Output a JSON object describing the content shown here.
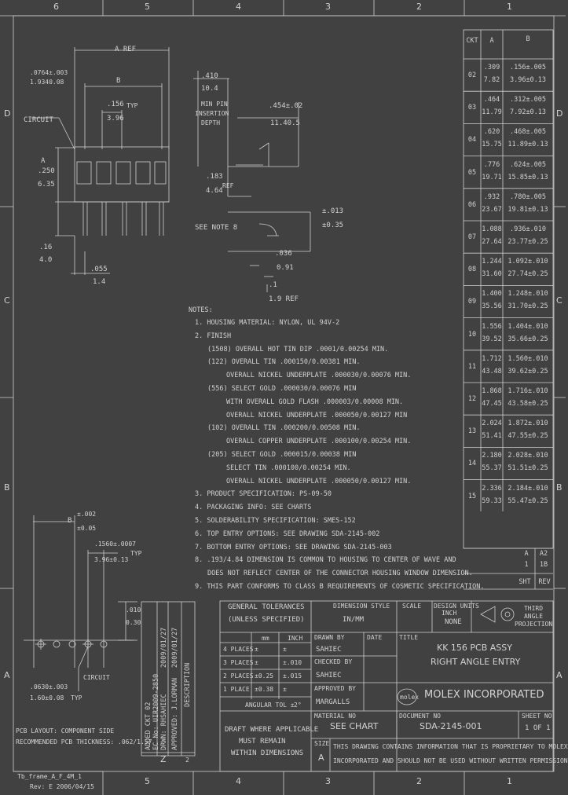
{
  "zones": {
    "top": [
      "6",
      "5",
      "4",
      "3",
      "2",
      "1"
    ],
    "bottom": [
      "5",
      "4",
      "3",
      "2",
      "1"
    ],
    "side_left": [
      "D",
      "C",
      "B",
      "A"
    ],
    "side_right": [
      "D",
      "C",
      "B",
      "A"
    ]
  },
  "dims": {
    "a_ref": "A REF",
    "d_inch": ".0764±.003",
    "d_mm": "1.9340.08",
    "b": "B",
    "p156": ".156",
    "typ": "TYP",
    "p396": "3.96",
    "circuit": "CIRCUIT",
    "a": "A",
    "h250": ".250",
    "h635": "6.35",
    "h16": ".16",
    "h40": "4.0",
    "h055": ".055",
    "h14": "1.4",
    "top410": ".410",
    "top104": "10.4",
    "min_pin": "MIN PIN",
    "insertion": "INSERTION",
    "depth": "DEPTH",
    "d454": ".454±.02",
    "d1150": "11.40.5",
    "h183": ".183",
    "h464": "4.64",
    "ref": "REF",
    "see_note": "SEE NOTE 8",
    "d013": "±.013",
    "d035": "±0.35",
    "d036": ".036",
    "d091": "0.91",
    "e1": ".1",
    "e2": "1.9 REF"
  },
  "notes": {
    "title": "NOTES:",
    "lines": [
      "1. HOUSING MATERIAL: NYLON, UL 94V-2",
      "2. FINISH",
      "(1508) OVERALL HOT TIN DIP .0001/0.00254 MIN.",
      "(122) OVERALL TIN .000150/0.00381 MIN.",
      "OVERALL NICKEL UNDERPLATE .000030/0.00076 MIN.",
      "(556) SELECT GOLD .000030/0.00076 MIN",
      "WITH OVERALL GOLD FLASH .000003/0.00008 MIN.",
      "OVERALL NICKEL UNDERPLATE .000050/0.00127 MIN",
      "(102) OVERALL TIN .000200/0.00508 MIN.",
      "OVERALL COPPER UNDERPLATE .000100/0.00254 MIN.",
      "(205) SELECT GOLD .000015/0.00038 MIN",
      "SELECT TIN .000100/0.00254 MIN.",
      "OVERALL NICKEL UNDERPLATE .000050/0.00127 MIN.",
      "3. PRODUCT SPECIFICATION: PS-09-50",
      "4. PACKAGING INFO: SEE CHARTS",
      "5. SOLDERABILITY SPECIFICATION: SMES-152",
      "6. TOP ENTRY OPTIONS: SEE DRAWING SDA-2145-002",
      "7. BOTTOM ENTRY OPTIONS: SEE DRAWING SDA-2145-003",
      "8. .193/4.84 DIMENSION IS COMMON TO HOUSING TO CENTER OF WAVE AND",
      "DOES NOT REFLECT CENTER OF THE CONNECTOR HOUSING WINDOW DIMENSION.",
      "9. THIS PART CONFORMS TO CLASS B REQUIREMENTS OF COSMETIC SPECIFICATION."
    ]
  },
  "ckt_table": {
    "headers": [
      "CKT",
      "A",
      "B"
    ],
    "rows": [
      [
        "02",
        ".309",
        "7.82",
        ".156±.005",
        "3.96±0.13"
      ],
      [
        "03",
        ".464",
        "11.79",
        ".312±.005",
        "7.92±0.13"
      ],
      [
        "04",
        ".620",
        "15.75",
        ".468±.005",
        "11.89±0.13"
      ],
      [
        "05",
        ".776",
        "19.71",
        ".624±.005",
        "15.85±0.13"
      ],
      [
        "06",
        ".932",
        "23.67",
        ".780±.005",
        "19.81±0.13"
      ],
      [
        "07",
        "1.088",
        "27.64",
        ".936±.010",
        "23.77±0.25"
      ],
      [
        "08",
        "1.244",
        "31.60",
        "1.092±.010",
        "27.74±0.25"
      ],
      [
        "09",
        "1.400",
        "35.56",
        "1.248±.010",
        "31.70±0.25"
      ],
      [
        "10",
        "1.556",
        "39.52",
        "1.404±.010",
        "35.66±0.25"
      ],
      [
        "11",
        "1.712",
        "43.48",
        "1.560±.010",
        "39.62±0.25"
      ],
      [
        "12",
        "1.868",
        "47.45",
        "1.716±.010",
        "43.58±0.25"
      ],
      [
        "13",
        "2.024",
        "51.41",
        "1.872±.010",
        "47.55±0.25"
      ],
      [
        "14",
        "2.180",
        "55.37",
        "2.028±.010",
        "51.51±0.25"
      ],
      [
        "15",
        "2.336",
        "59.33",
        "2.184±.010",
        "55.47±0.25"
      ]
    ],
    "sheet_cells": [
      "A",
      "A2",
      "1",
      "1B",
      "SHT",
      "REV"
    ]
  },
  "pcb": {
    "b": "B",
    "d002": "±.002",
    "d005": "±0.05",
    "d156": ".1560±.0007",
    "typ": "TYP",
    "d396": "3.96±0.13",
    "d010": ".010",
    "d050": "0.30",
    "circuit": "CIRCUIT",
    "hole": ".0630±.003",
    "hole_mm": "1.60±0.08",
    "typ2": "TYP",
    "label1": "PCB LAYOUT: COMPONENT SIDE",
    "label2": "RECOMMENDED PCB THICKNESS: .062/1.57"
  },
  "revisions": [
    "ADDED CKT 02",
    "EC No: UIR2009-2850",
    "DRWN: RHSAHIEC",
    "2009/01/27",
    "APPROVED: J.LORMAN",
    "2009/01/27",
    "DESCRIPTION"
  ],
  "rev_marks": [
    "Z",
    "2"
  ],
  "title_block": {
    "general_tol": "GENERAL TOLERANCES",
    "unless": "(UNLESS SPECIFIED)",
    "dim_style_label": "DIMENSION STYLE",
    "dim_style": "IN/MM",
    "scale_label": "SCALE",
    "design_units_label": "DESIGN UNITS",
    "design_units": "INCH",
    "scale": "NONE",
    "projection": "THIRD ANGLE PROJECTION",
    "mm": "mm",
    "inch": "INCH",
    "places": [
      [
        "4 PLACES",
        "±",
        "±"
      ],
      [
        "3 PLACES",
        "±",
        "±.010"
      ],
      [
        "2 PLACES",
        "±0.25",
        "±.015"
      ],
      [
        "1 PLACE",
        "±0.38",
        "±"
      ]
    ],
    "angular": "ANGULAR TOL ±",
    "angular_val": "2°",
    "drawn_by": "DRAWN BY",
    "date": "DATE",
    "drawn": "SAHIEC",
    "checked_by": "CHECKED BY",
    "checked": "SAHIEC",
    "approved_by": "APPROVED BY",
    "approved": "MARGALLS",
    "title_label": "TITLE",
    "title1": "KK 156 PCB ASSY",
    "title2": "RIGHT ANGLE ENTRY",
    "company": "MOLEX INCORPORATED",
    "logo": "molex",
    "draft1": "DRAFT WHERE APPLICABLE",
    "draft2": "MUST REMAIN",
    "draft3": "WITHIN DIMENSIONS",
    "material_label": "MATERIAL NO",
    "material": "SEE CHART",
    "document_label": "DOCUMENT NO",
    "document": "SDA-2145-001",
    "sheet_label": "SHEET NO",
    "sheet": "1 OF 1",
    "size_label": "SIZE",
    "size": "A",
    "prop1": "THIS DRAWING CONTAINS INFORMATION THAT IS PROPRIETARY TO MOLEX",
    "prop2": "INCORPORATED AND SHOULD NOT BE USED WITHOUT WRITTEN PERMISSION"
  },
  "footer": {
    "f1": "Tb_frame_A_F_4M_1",
    "f2": "Rev: E 2006/04/15"
  }
}
